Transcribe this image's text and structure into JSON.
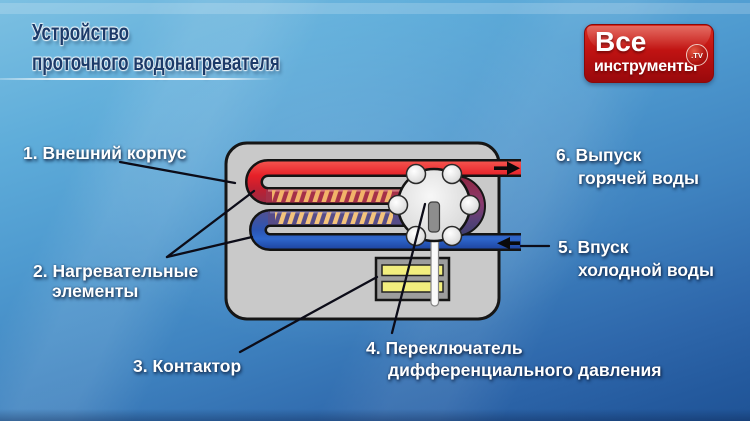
{
  "slide": {
    "title_line1": "Устройство",
    "title_line2": "проточного водонагревателя"
  },
  "logo": {
    "word1": "Все",
    "word2": "инструменты",
    "badge": ".TV"
  },
  "labels": {
    "casing": "1. Внешний корпус",
    "heating_line1": "2. Нагревательные",
    "heating_line2": "элементы",
    "contactor": "3. Контактор",
    "pressure_switch_line1": "4. Переключатель",
    "pressure_switch_line2": "дифференциального давления",
    "cold_inlet_line1": "5. Впуск",
    "cold_inlet_line2": "холодной воды",
    "hot_outlet_line1": "6. Выпуск",
    "hot_outlet_line2": "горячей воды"
  },
  "colors": {
    "bg-top": "#7cc0e2",
    "bg-bottom": "#1f5396",
    "title-navy": "#1c3a69",
    "hot-red": "#e8272c",
    "cold-blue": "#2a62cc",
    "casing-gray": "#c9c9c9",
    "element-bar-orange": "#f2b369",
    "contactor-yellow": "#f2ee7e",
    "logo-red": "#c01312"
  }
}
